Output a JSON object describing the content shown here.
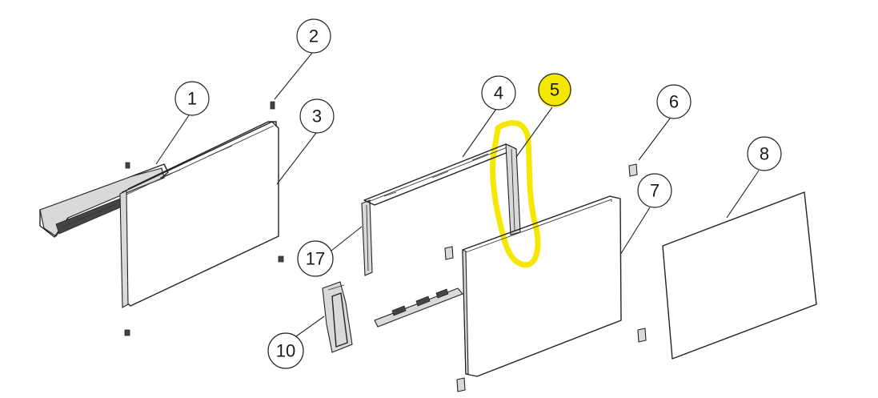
{
  "colors": {
    "highlight": "#f5e800",
    "line": "#222222",
    "background": "#ffffff"
  },
  "callouts": [
    {
      "id": "c1",
      "label": "1"
    },
    {
      "id": "c2",
      "label": "2"
    },
    {
      "id": "c3",
      "label": "3"
    },
    {
      "id": "c4",
      "label": "4"
    },
    {
      "id": "c5",
      "label": "5"
    },
    {
      "id": "c6",
      "label": "6"
    },
    {
      "id": "c7",
      "label": "7"
    },
    {
      "id": "c8",
      "label": "8"
    },
    {
      "id": "c10",
      "label": "10"
    },
    {
      "id": "c17",
      "label": "17"
    }
  ],
  "highlighted_callout": "5"
}
